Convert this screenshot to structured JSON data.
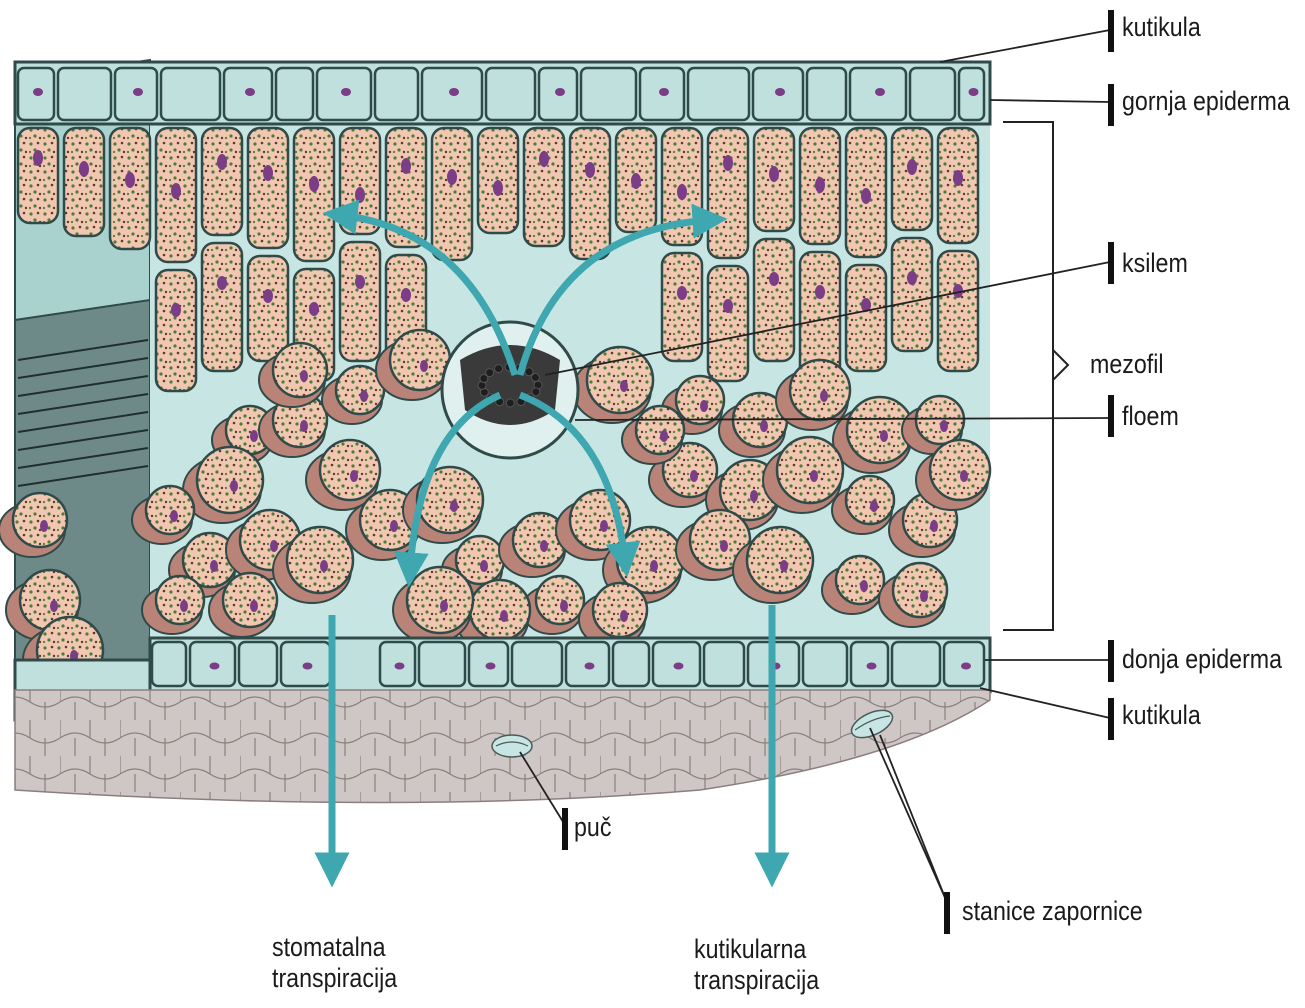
{
  "labels": {
    "kutikula_top": "kutikula",
    "gornja_epiderma": "gornja epiderma",
    "ksilem": "ksilem",
    "mezofil": "mezofil",
    "floem": "floem",
    "donja_epiderma": "donja epiderma",
    "kutikula_bottom": "kutikula",
    "puc": "puč",
    "stanice_zapornice": "stanice zapornice",
    "stomatalna_line1": "stomatalna",
    "stomatalna_line2": "transpiracija",
    "kutikularna_line1": "kutikularna",
    "kutikularna_line2": "transpiracija"
  },
  "colors": {
    "epidermis_fill": "#bfe0dc",
    "cell_wall": "#2f4a48",
    "palisade_fill": "#f1c7b2",
    "chloroplast": "#4f7a3a",
    "nucleus": "#7a3d86",
    "spongy_side": "#b98378",
    "air_space": "#c7e6e3",
    "bottom_surface": "#c9c1bf",
    "arrow": "#3ea7b0",
    "leader_line": "#222222"
  }
}
